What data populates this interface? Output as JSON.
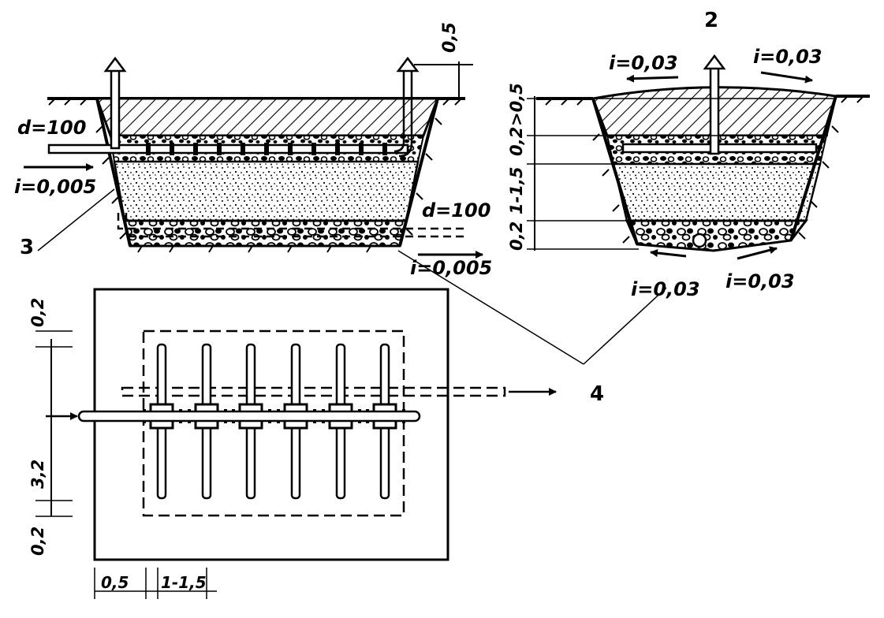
{
  "callouts": {
    "c2": "2",
    "c3": "3",
    "c4": "4"
  },
  "longitudinal": {
    "d_top": "d=100",
    "i_top": "i=0,005",
    "d_bottom": "d=100",
    "i_bottom": "i=0,005",
    "vent_height": "0,5"
  },
  "cross_section": {
    "slope_left": "i=0,03",
    "slope_right": "i=0,03",
    "slope_bottom_left": "i=0,03",
    "slope_bottom_right": "i=0,03",
    "dims": [
      ">0,5",
      "0,2",
      "1-1,5",
      "0,2"
    ]
  },
  "plan": {
    "dim_top": "0,2",
    "dim_mid": "3,2",
    "dim_bottom": "0,2",
    "dim_left": "0,5",
    "dim_right": "1-1,5"
  },
  "colors": {
    "ink": "#000000",
    "paper": "#ffffff"
  }
}
